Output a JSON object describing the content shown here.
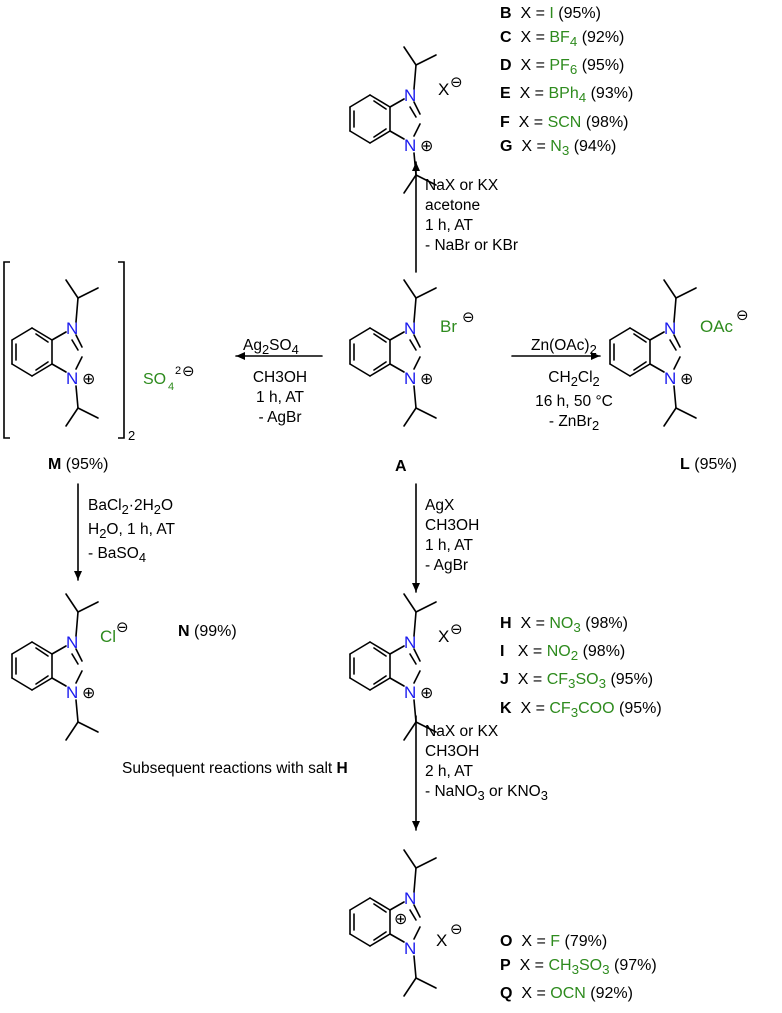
{
  "atoms": {
    "N": "N",
    "plus": "⊕",
    "minus": "⊖"
  },
  "anions": {
    "X": "X",
    "Br": "Br",
    "OAc": "OAc",
    "Cl": "Cl",
    "SO4": "SO",
    "SO4_sub": "4",
    "SO4_sup": "2"
  },
  "bracket_subscript": "2",
  "center": {
    "label": "A"
  },
  "top": {
    "products": [
      {
        "letter": "B",
        "x_text": "X = ",
        "anion": "I",
        "sub": "",
        "anion2": "",
        "yield": "(95%)"
      },
      {
        "letter": "C",
        "x_text": "X = ",
        "anion": "BF",
        "sub": "4",
        "anion2": "",
        "yield": "(92%)"
      },
      {
        "letter": "D",
        "x_text": "X = ",
        "anion": "PF",
        "sub": "6",
        "anion2": "",
        "yield": "(95%)"
      },
      {
        "letter": "E",
        "x_text": "X = ",
        "anion": "BPh",
        "sub": "4",
        "anion2": "",
        "yield": "(93%)"
      },
      {
        "letter": "F",
        "x_text": "X = ",
        "anion": "SCN",
        "sub": "",
        "anion2": "",
        "yield": "(98%)"
      },
      {
        "letter": "G",
        "x_text": "X = ",
        "anion": "N",
        "sub": "3",
        "anion2": "",
        "yield": "(94%)"
      }
    ],
    "conditions": [
      "NaX or KX",
      "acetone",
      "1 h, AT",
      "- NaBr or KBr"
    ]
  },
  "left": {
    "label": "M",
    "yield": "(95%)",
    "reagent": "Ag",
    "reagent_sub": "2",
    "reagent_rest": "SO",
    "reagent_sub2": "4",
    "conditions": [
      "CH3OH",
      "1 h, AT",
      "- AgBr"
    ]
  },
  "right": {
    "label": "L",
    "yield": "(95%)",
    "reagent": "Zn(OAc)",
    "reagent_sub": "2",
    "cond1": "CH",
    "cond1_sub": "2",
    "cond1_rest": "Cl",
    "cond1_sub2": "2",
    "cond2": "16 h, 50 °C",
    "cond3": "- ZnBr",
    "cond3_sub": "2"
  },
  "down": {
    "conditions": [
      "AgX",
      "CH3OH",
      "1 h, AT",
      "- AgBr"
    ],
    "products": [
      {
        "letter": "H",
        "x_text": "X = ",
        "anion": "NO",
        "sub": "3",
        "anion2": "",
        "yield": "(98%)"
      },
      {
        "letter": "I",
        "x_text": "X = ",
        "anion": "NO",
        "sub": "2",
        "anion2": "",
        "yield": "(98%)"
      },
      {
        "letter": "J",
        "x_text": "X = ",
        "anion": "CF",
        "sub": "3",
        "anion2": "SO",
        "sub2": "3",
        "yield": "(95%)"
      },
      {
        "letter": "K",
        "x_text": "X = ",
        "anion": "CF",
        "sub": "3",
        "anion2": "COO",
        "sub2": "",
        "yield": "(95%)"
      }
    ]
  },
  "mn": {
    "reagent": "BaCl",
    "reagent_sub": "2",
    "reagent_rest": "·2H",
    "reagent_sub2": "2",
    "reagent_rest2": "O",
    "cond1": "H",
    "cond1_sub": "2",
    "cond1_rest": "O, 1 h, AT",
    "cond2": "- BaSO",
    "cond2_sub": "4",
    "product_label": "N",
    "product_yield": "(99%)"
  },
  "bottom": {
    "note_text": "Subsequent  reactions with salt ",
    "note_salt": "H",
    "conditions": [
      "NaX or KX",
      "CH3OH",
      "2 h, AT"
    ],
    "cond_last": "- NaNO",
    "cond_last_sub": "3",
    "cond_last_mid": " or KNO",
    "cond_last_sub2": "3",
    "products": [
      {
        "letter": "O",
        "x_text": "X = ",
        "anion": "F",
        "sub": "",
        "anion2": "",
        "yield": "(79%)"
      },
      {
        "letter": "P",
        "x_text": "X = ",
        "anion": "CH",
        "sub": "3",
        "anion2": "SO",
        "sub2": "3",
        "yield": "(97%)"
      },
      {
        "letter": "Q",
        "x_text": "X = ",
        "anion": "OCN",
        "sub": "",
        "anion2": "",
        "yield": "(92%)"
      }
    ]
  },
  "colors": {
    "text": "#000000",
    "nitrogen": "#1a1aee",
    "anion": "#2e8b1e"
  }
}
